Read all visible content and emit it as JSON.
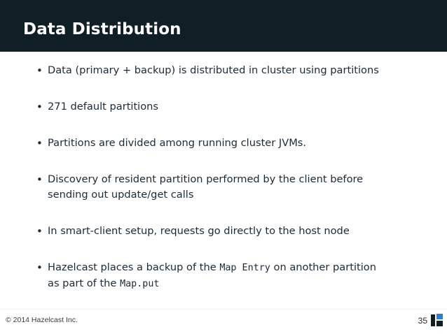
{
  "slide": {
    "title": "Data Distribution",
    "header_bg": "#101e26",
    "body_bg": "#ffffff",
    "text_color": "#1b2a36",
    "bullet_glyph": "•"
  },
  "bullets": [
    {
      "marker": "•",
      "lines": [
        {
          "text": "Data (primary + backup) is distributed in cluster using partitions"
        }
      ]
    },
    {
      "marker": "•",
      "lines": [
        {
          "text": "271 default partitions"
        }
      ]
    },
    {
      "marker": "•",
      "lines": [
        {
          "text": "Partitions are divided among running cluster JVMs."
        }
      ]
    },
    {
      "marker": "•",
      "lines": [
        {
          "text": "Discovery of resident partition performed by the client before"
        },
        {
          "text": "sending out update/get calls"
        }
      ]
    },
    {
      "marker": "•",
      "lines": [
        {
          "text": "In smart-client setup, requests go directly to the host node"
        }
      ]
    },
    {
      "marker": "•",
      "lines": [
        {
          "pre": "Hazelcast places a backup of the ",
          "mono": "Map Entry",
          "post": " on another partition"
        },
        {
          "pre": "as part of the ",
          "mono": "Map.put",
          "post": ""
        }
      ]
    }
  ],
  "footer": {
    "copyright": "© 2014 Hazelcast Inc.",
    "page_number": "35",
    "logo_name": "hazelcast-logo",
    "logo_accent": "#2b7fd4",
    "logo_dark": "#101e26"
  }
}
